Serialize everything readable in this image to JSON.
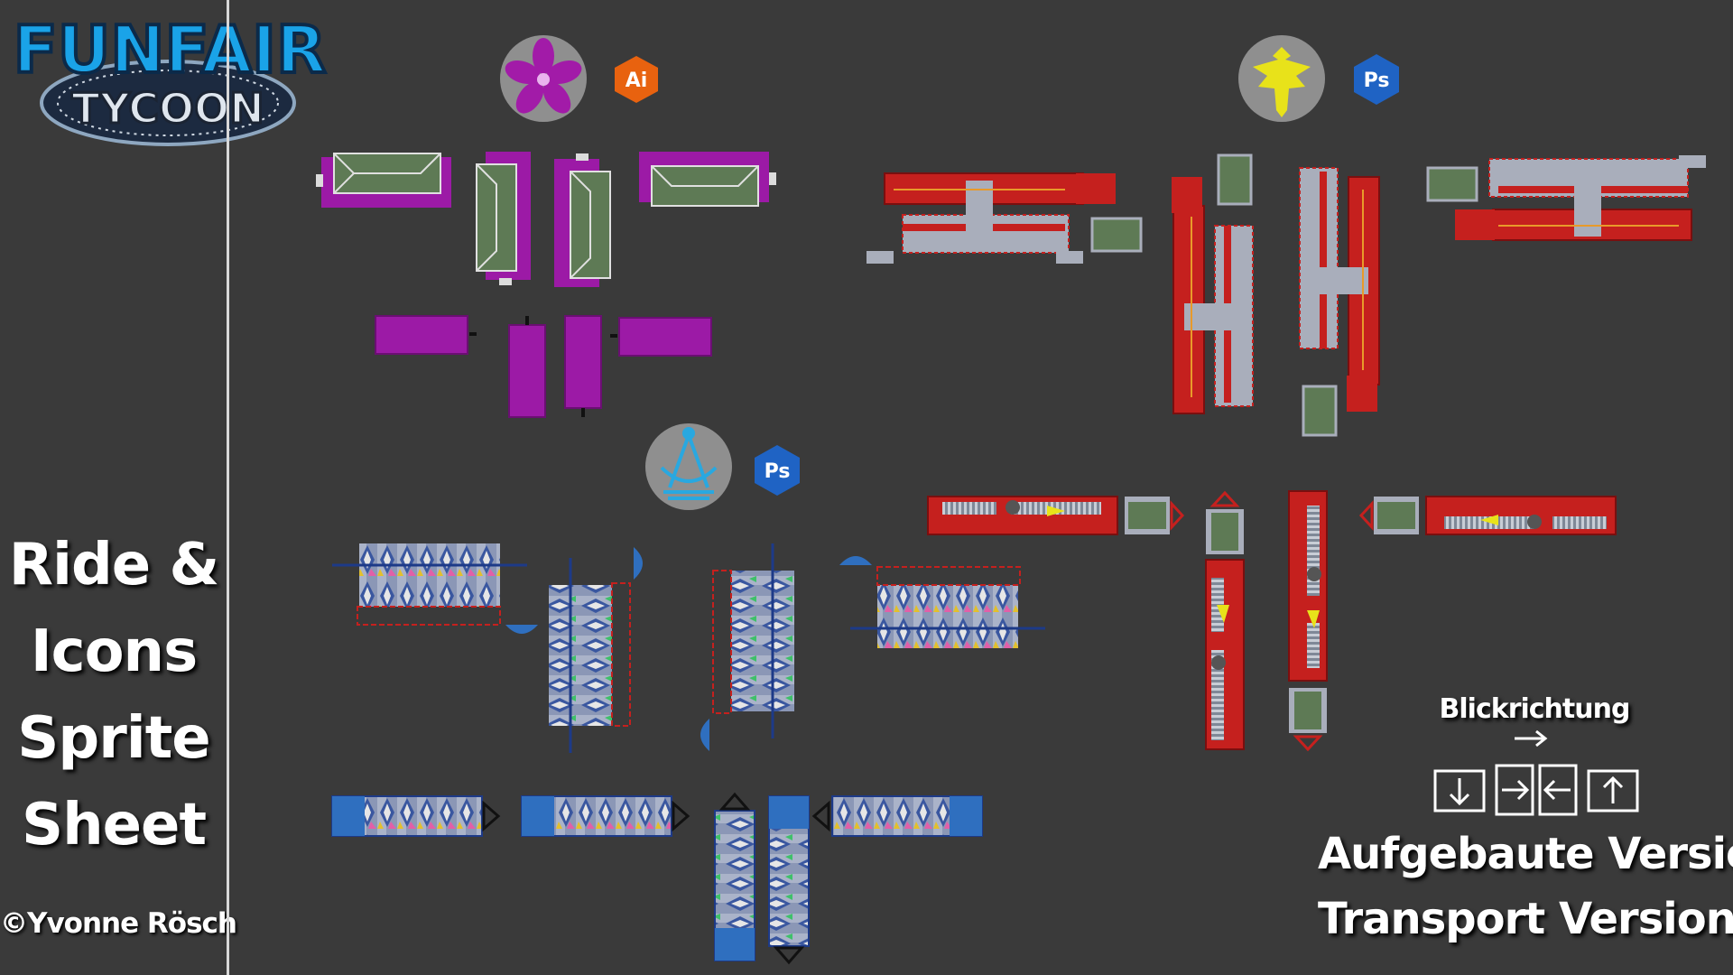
{
  "logo": {
    "line1": "FUNFAIR",
    "line2": "TYCOON"
  },
  "sidebar": {
    "title_lines": [
      "Ride &",
      "Icons",
      "Sprite",
      "Sheet"
    ],
    "copyright": "©Yvonne Rösch"
  },
  "tools": {
    "illustrator": "Ai",
    "photoshop_1": "Ps",
    "photoshop_2": "Ps"
  },
  "ride_icons": {
    "hibiscus": "hibiscus-icon",
    "eagle": "eagle-icon",
    "swing_ship": "swing-ship-icon"
  },
  "legend": {
    "viewing_direction_label": "Blickrichtung",
    "directions": [
      "down",
      "right",
      "left",
      "up"
    ],
    "version_built": "Aufgebaute Version",
    "version_transport": "Transport Version"
  },
  "colors": {
    "background": "#3a3a3a",
    "magenta": "#9c1aa6",
    "roof_green": "#5e7a55",
    "red": "#c5201e",
    "steel_grey": "#a9aebb",
    "blue_panel": "#8aa0c8",
    "ai_orange": "#e8620f",
    "ps_blue": "#1f63c4"
  }
}
